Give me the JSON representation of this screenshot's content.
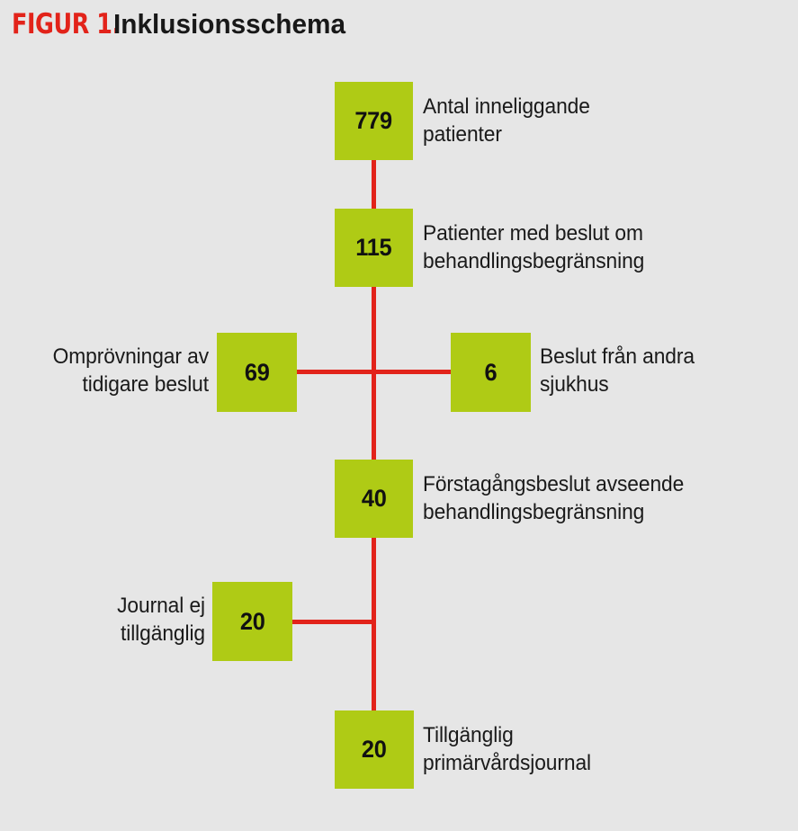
{
  "figure": {
    "title_prefix": "FIGUR 1.",
    "title_main": "Inklusionsschema",
    "accent_red": "#e2231a",
    "box_green": "#afcb15",
    "background": "#e6e6e6",
    "text_color": "#1a1a1a"
  },
  "nodes": [
    {
      "id": "inneliggande",
      "value": "779",
      "label": "Antal inneliggande\npatienter",
      "label_side": "right"
    },
    {
      "id": "beslut-begransning",
      "value": "115",
      "label": "Patienter med beslut om\nbehandlingsbegränsning",
      "label_side": "right"
    },
    {
      "id": "omprovningar",
      "value": "69",
      "label": "Omprövningar av\ntidigare beslut",
      "label_side": "left"
    },
    {
      "id": "andra-sjukhus",
      "value": "6",
      "label": "Beslut från andra\nsjukhus",
      "label_side": "right"
    },
    {
      "id": "forstagangsbeslut",
      "value": "40",
      "label": "Förstagångsbeslut avseende\nbehandlingsbegränsning",
      "label_side": "right"
    },
    {
      "id": "journal-ej",
      "value": "20",
      "label": "Journal ej\ntillgänglig",
      "label_side": "left"
    },
    {
      "id": "primarvardsjournal",
      "value": "20",
      "label": "Tillgänglig\nprimärvårdsjournal",
      "label_side": "right"
    }
  ]
}
